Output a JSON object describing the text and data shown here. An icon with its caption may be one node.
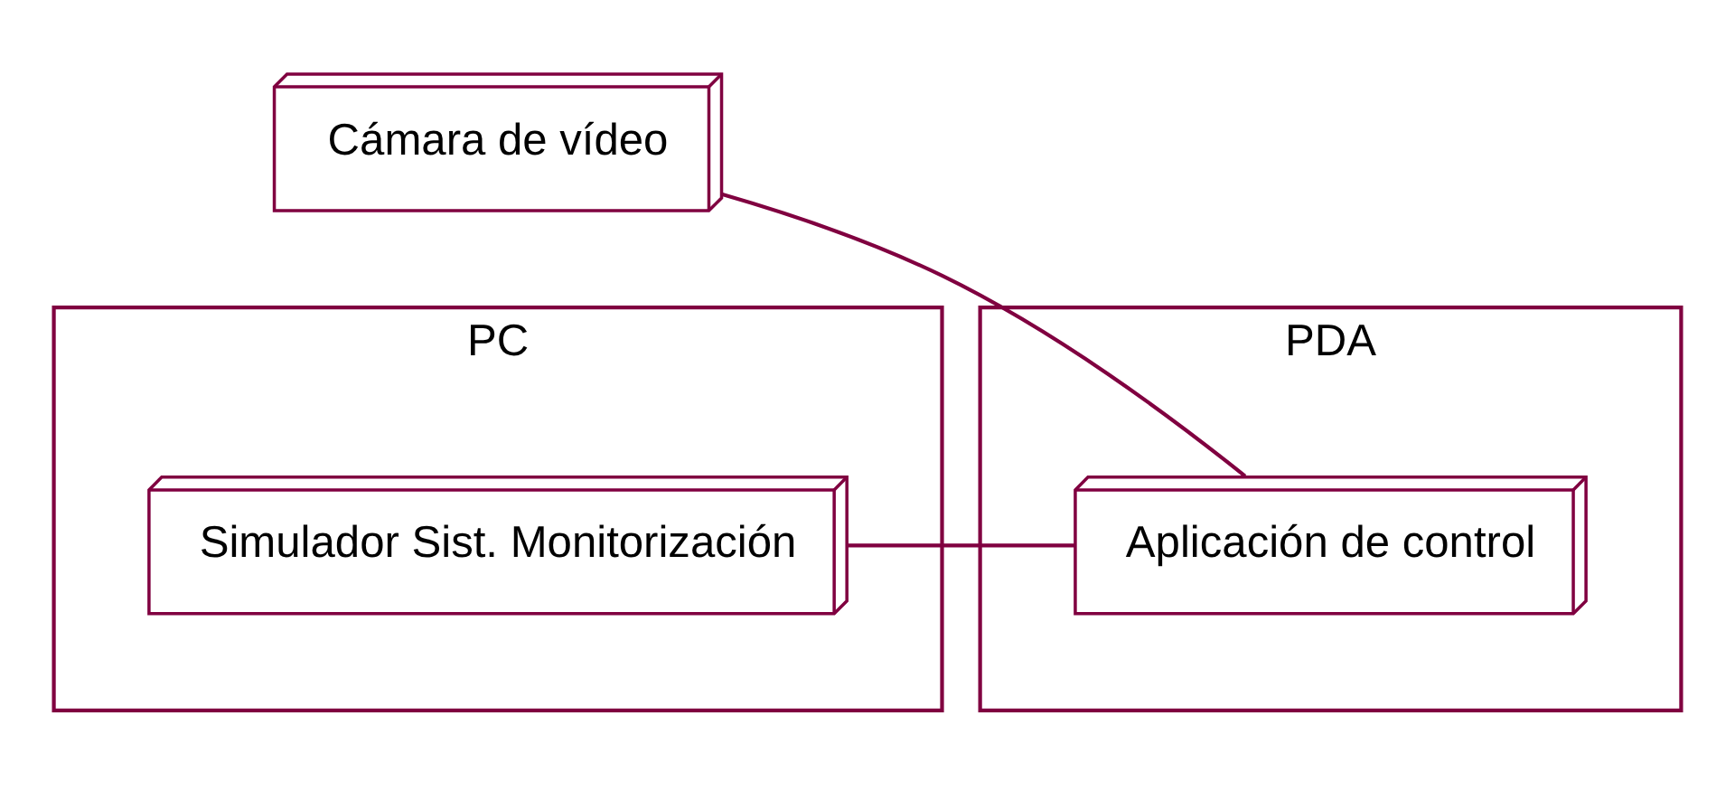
{
  "diagram": {
    "nodes": [
      {
        "text": [
          "Cámara de vídeo"
        ]
      },
      {
        "text": [
          "PC"
        ]
      },
      {
        "text": [
          "Simulador Sist. Monitorización"
        ],
        "in": 1
      },
      {
        "text": [
          "PDA"
        ]
      },
      {
        "text": [
          "Aplicación de control"
        ],
        "in": 3
      }
    ],
    "edges": [
      {
        "from": 0,
        "to": 4,
        "arrow": "none"
      },
      {
        "from": 2,
        "to": 4,
        "arrow": "none"
      }
    ]
  }
}
